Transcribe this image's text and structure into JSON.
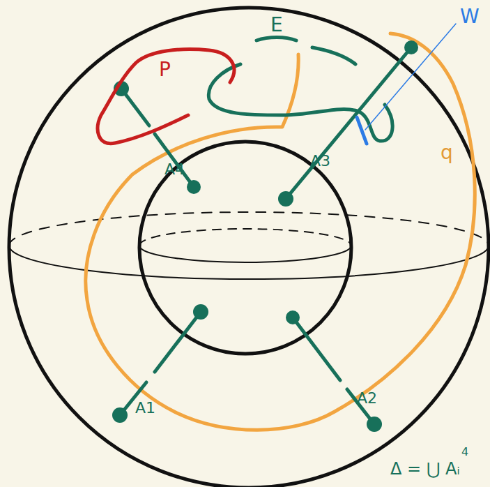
{
  "diagram": {
    "labels": [
      "P",
      "E",
      "W",
      "q",
      "A4",
      "A3",
      "A1",
      "A2",
      "4",
      "Δ = ⋃ Aᵢ"
    ]
  }
}
